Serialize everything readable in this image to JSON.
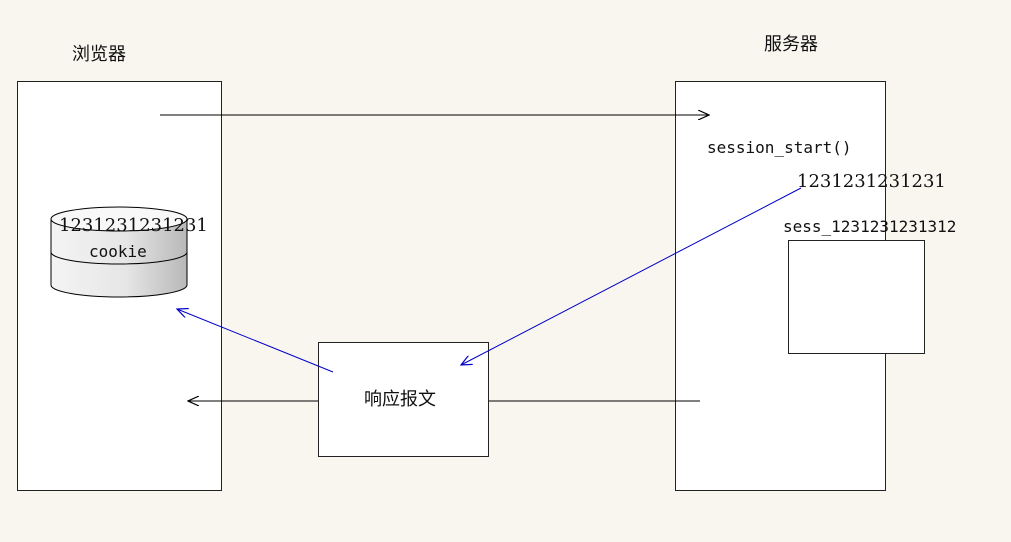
{
  "browser": {
    "title": "浏览器"
  },
  "server": {
    "title": "服务器",
    "call": "session_start()",
    "session_id": "1231231231231",
    "session_file": "sess_1231231231312"
  },
  "cookie": {
    "value": "1231231231231",
    "label": "cookie"
  },
  "response": {
    "label": "响应报文"
  },
  "colors": {
    "line": "#000000",
    "session_arrow": "#0000c8"
  }
}
